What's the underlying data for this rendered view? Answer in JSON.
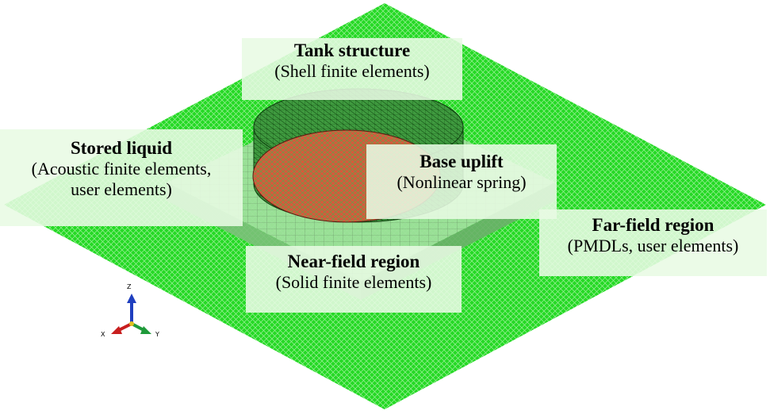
{
  "labels": {
    "tank": {
      "title": "Tank structure",
      "subtitle": "(Shell finite elements)"
    },
    "liquid": {
      "title": "Stored liquid",
      "line1": "(Acoustic finite elements,",
      "line2": "user elements)"
    },
    "base": {
      "title": "Base uplift",
      "subtitle": "(Nonlinear spring)"
    },
    "near": {
      "title": "Near-field region",
      "subtitle": "(Solid finite elements)"
    },
    "far": {
      "title": "Far-field region",
      "subtitle": "(PMDLs, user elements)"
    }
  },
  "triad": {
    "z": "Z",
    "x": "X",
    "y": "Y"
  },
  "colors": {
    "far_field": "#1fdc1f",
    "near_field": "#8fd88c",
    "tank_shell": "#2f8f2f",
    "base_uplift": "#d9573c",
    "label_bg": "#e8fae4",
    "triad_z": "#1f3fbf",
    "triad_x": "#c81e1e",
    "triad_y": "#1f9a3a"
  }
}
